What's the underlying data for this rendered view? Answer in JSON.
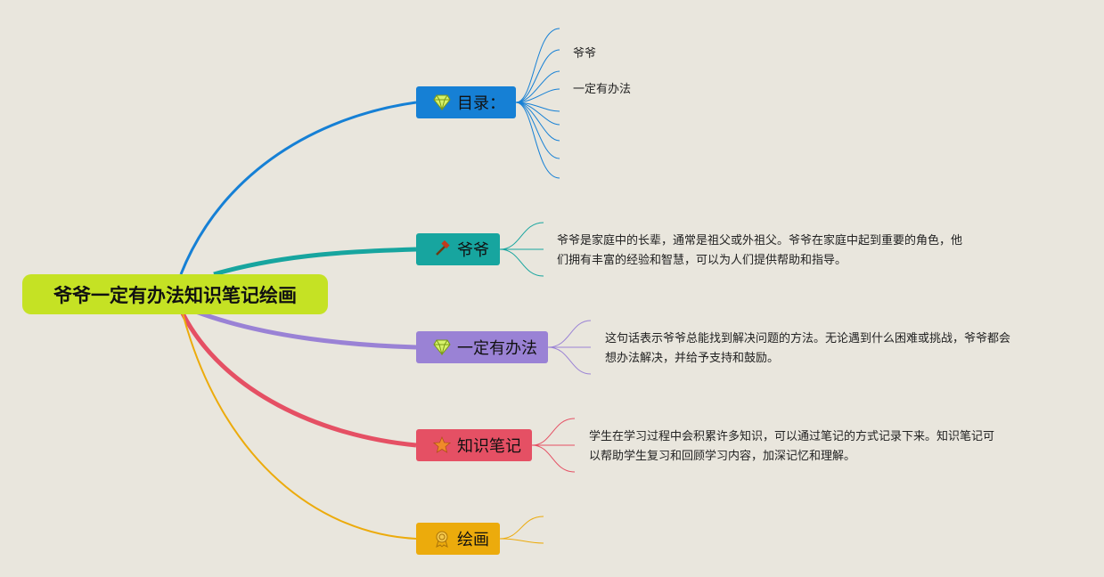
{
  "root": {
    "title": "爷爷一定有办法知识笔记绘画"
  },
  "branches": {
    "mulu": {
      "label": "目录：",
      "icon": "diamond-icon",
      "color": "#1680d5",
      "items": [
        "爷爷",
        "一定有办法"
      ]
    },
    "yeye": {
      "label": "爷爷",
      "icon": "hammer-icon",
      "color": "#17a59f",
      "note": [
        "爷爷是家庭中的长辈，通常是祖父或外祖父。爷爷在家庭中起到重要的角色，他",
        "们拥有丰富的经验和智慧，可以为人们提供帮助和指导。"
      ]
    },
    "fang": {
      "label": "一定有办法",
      "icon": "diamond-icon",
      "color": "#9a82d5",
      "note": [
        "这句话表示爷爷总能找到解决问题的方法。无论遇到什么困难或挑战，爷爷都会",
        "想办法解决，并给予支持和鼓励。"
      ]
    },
    "zhi": {
      "label": "知识笔记",
      "icon": "star-icon",
      "color": "#e55064",
      "note": [
        "学生在学习过程中会积累许多知识，可以通过笔记的方式记录下来。知识笔记可",
        "以帮助学生复习和回顾学习内容，加深记忆和理解。"
      ]
    },
    "hua": {
      "label": "绘画",
      "icon": "medal-icon",
      "color": "#ecab0c"
    }
  },
  "colors": {
    "background": "#e9e6dd",
    "root": "#c5e224"
  }
}
